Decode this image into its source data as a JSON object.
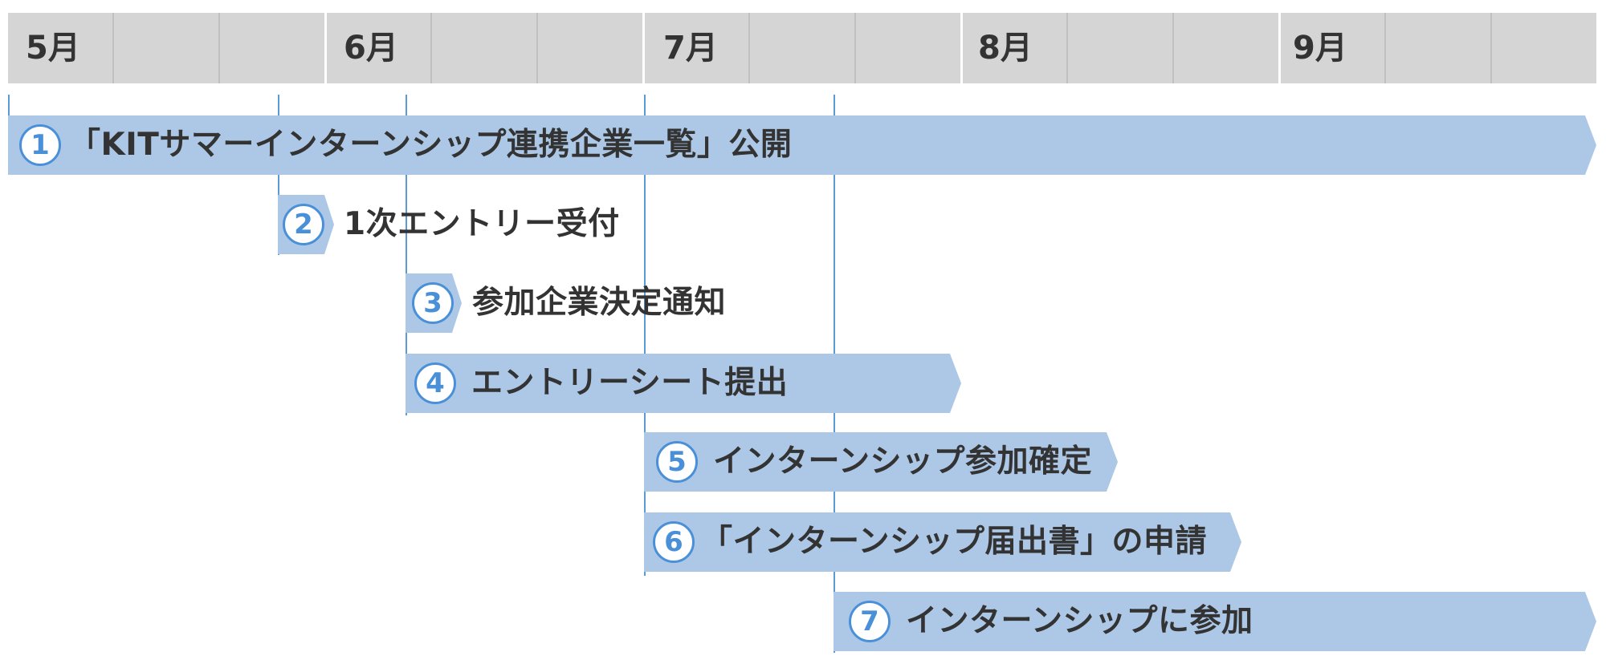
{
  "months": [
    "5月",
    "6月",
    "7月",
    "8月",
    "9月"
  ],
  "tasks": [
    {
      "number": "1",
      "label": "「KITサマーインターンシップ連携企業一覧」公開"
    },
    {
      "number": "2",
      "label": "1次エントリー受付"
    },
    {
      "number": "3",
      "label": "参加企業決定通知"
    },
    {
      "number": "4",
      "label": "エントリーシート提出"
    },
    {
      "number": "5",
      "label": "インターンシップ参加確定"
    },
    {
      "number": "6",
      "label": "「インターンシップ届出書」の申請"
    },
    {
      "number": "7",
      "label": "インターンシップに参加"
    }
  ],
  "colors": {
    "bar": "#adc8e6",
    "badge_border": "#4a90d9",
    "marker_line": "#5b9bd5",
    "header_bg": "#d5d5d5",
    "text": "#333333"
  }
}
